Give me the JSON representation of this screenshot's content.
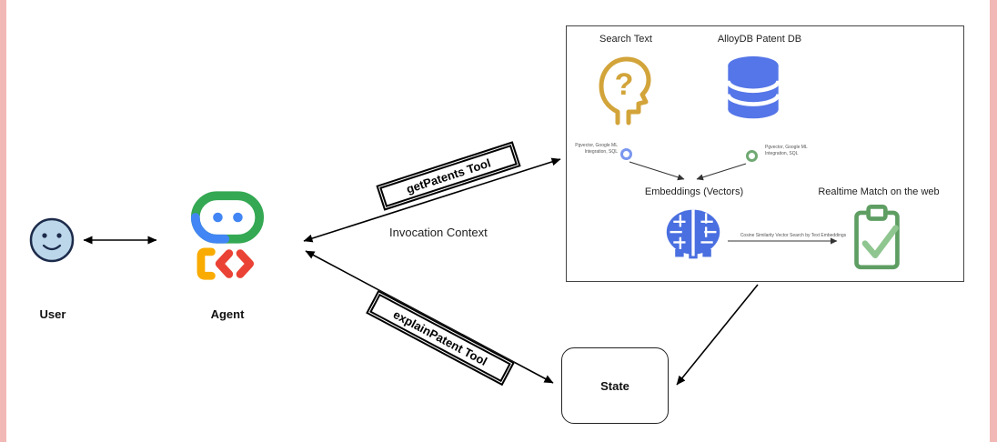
{
  "diagram": {
    "nodes": {
      "user": {
        "label": "User"
      },
      "agent": {
        "label": "Agent"
      },
      "state": {
        "label": "State"
      }
    },
    "edges": {
      "get_patents_label": "getPatents Tool",
      "invocation_label": "Invocation Context",
      "explain_patent_label": "explainPatent Tool"
    },
    "tool_box": {
      "search_text_label": "Search Text",
      "alloydb_label": "AlloyDB Patent DB",
      "left_integration_label": "Pgvector, Google ML Integration, SQL",
      "right_integration_label": "Pgvector, Google ML Integration, SQL",
      "embeddings_label": "Embeddings (Vectors)",
      "cosine_label": "Cosine Similarity Vector Search by Text Embeddings",
      "realtime_label": "Realtime Match on the web"
    },
    "icons": {
      "user": "smiley-face-icon",
      "agent": "robot-code-icon",
      "search_text": "head-question-icon",
      "alloydb": "database-icon",
      "embeddings": "brain-circuit-icon",
      "realtime": "clipboard-check-icon"
    },
    "colors": {
      "edge_band": "#f2b8b5",
      "google_green": "#34a853",
      "google_blue": "#4285f4",
      "google_yellow": "#f9ab00",
      "google_red": "#ea4335",
      "head_yellow": "#d2a43a",
      "database_blue": "#5576e8",
      "brain_blue": "#4a6fe0",
      "clipboard_green": "#5f9e63",
      "check_green": "#8fc690",
      "smiley_fill": "#bcd7ea"
    }
  }
}
